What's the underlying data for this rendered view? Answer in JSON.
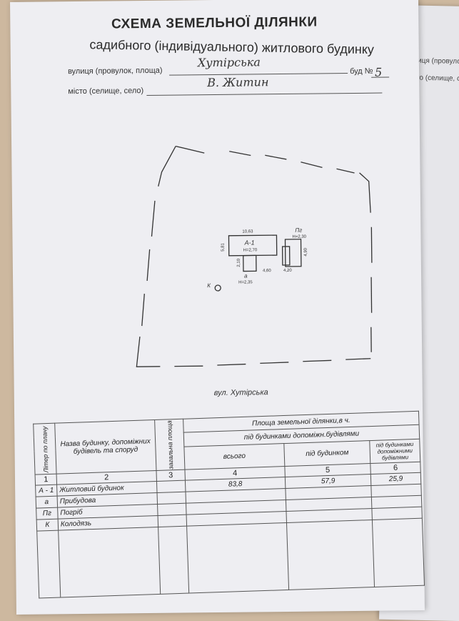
{
  "document": {
    "title": "СХЕМА ЗЕМЕЛЬНОЇ ДІЛЯНКИ",
    "subtitle": "садибного (індивідуального) житлового будинку",
    "street_label": "вулиця (провулок, площа)",
    "street_value": "Хутірська",
    "house_label": "буд №",
    "house_value": "5",
    "city_label": "місто (селище, село)",
    "city_value": "В. Житин"
  },
  "back_page": {
    "line1": "вулиця (провулок",
    "line2": "місто (селище, се"
  },
  "plan": {
    "building_a1": {
      "name": "А-1",
      "height": "Н=2,70",
      "length": "10,63",
      "width": "5,81"
    },
    "annex_a": {
      "name": "а",
      "height": "Н=2,35",
      "dim1": "4,60",
      "dim2": "2,10"
    },
    "cellar_pg": {
      "name": "Пг",
      "height": "Н=2,30",
      "dim1": "4,20",
      "dim2": "4,90"
    },
    "well": {
      "name": "К"
    },
    "street_caption": "вул. Хутірська"
  },
  "table": {
    "header_area": "Площа земельної ділянки,в ч.",
    "header_under_buildings": "під будинками допоміжн.будівлями",
    "col1_label": "Літер по плану",
    "col2_label": "Назва будинку, допоміжних будівель та споруд",
    "col3_label": "загальна площа",
    "col4_label": "всього",
    "col5_label": "під будинком",
    "col6_label": "під будинками допоміжними будівлями",
    "col_numbers": [
      "1",
      "2",
      "3",
      "4",
      "5",
      "6"
    ],
    "rows": [
      {
        "letter": "А - 1",
        "name": "Житловий будинок",
        "total": "",
        "all": "83,8",
        "house": "57,9",
        "aux": "25,9"
      },
      {
        "letter": "а",
        "name": "Прибудова",
        "total": "",
        "all": "",
        "house": "",
        "aux": ""
      },
      {
        "letter": "Пг",
        "name": "Погріб",
        "total": "",
        "all": "",
        "house": "",
        "aux": ""
      },
      {
        "letter": "К",
        "name": "Колодязь",
        "total": "",
        "all": "",
        "house": "",
        "aux": ""
      }
    ]
  }
}
